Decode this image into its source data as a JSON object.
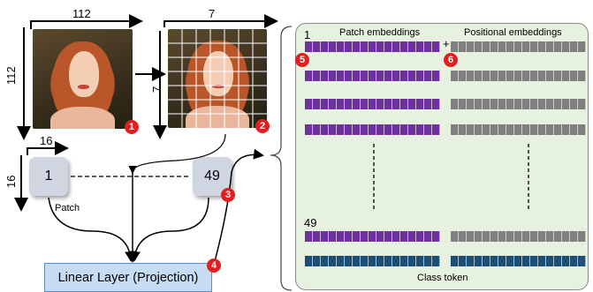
{
  "image_sizes": {
    "full_width": "112",
    "full_height": "112",
    "grid_width": "7",
    "grid_height": "7",
    "patch_width": "16",
    "patch_height": "16"
  },
  "patches": {
    "first_index": "1",
    "last_index": "49",
    "patch_label": "Patch"
  },
  "linear_layer": {
    "label": "Linear Layer (Projection)"
  },
  "embeddings_panel": {
    "patch_header": "Patch embeddings",
    "positional_header": "Positional embeddings",
    "first_row_label": "1",
    "last_row_label": "49",
    "plus_sign": "+",
    "class_token_label": "Class token"
  },
  "steps": [
    "1",
    "2",
    "3",
    "4",
    "5",
    "6"
  ],
  "colors": {
    "patch_embedding": "#7030a0",
    "positional_embedding": "#7f7f7f",
    "class_token": "#1f4e79",
    "panel_background": "#e6f1df",
    "step_badge": "#e02020",
    "linear_layer_fill": "#c5dcf3"
  }
}
